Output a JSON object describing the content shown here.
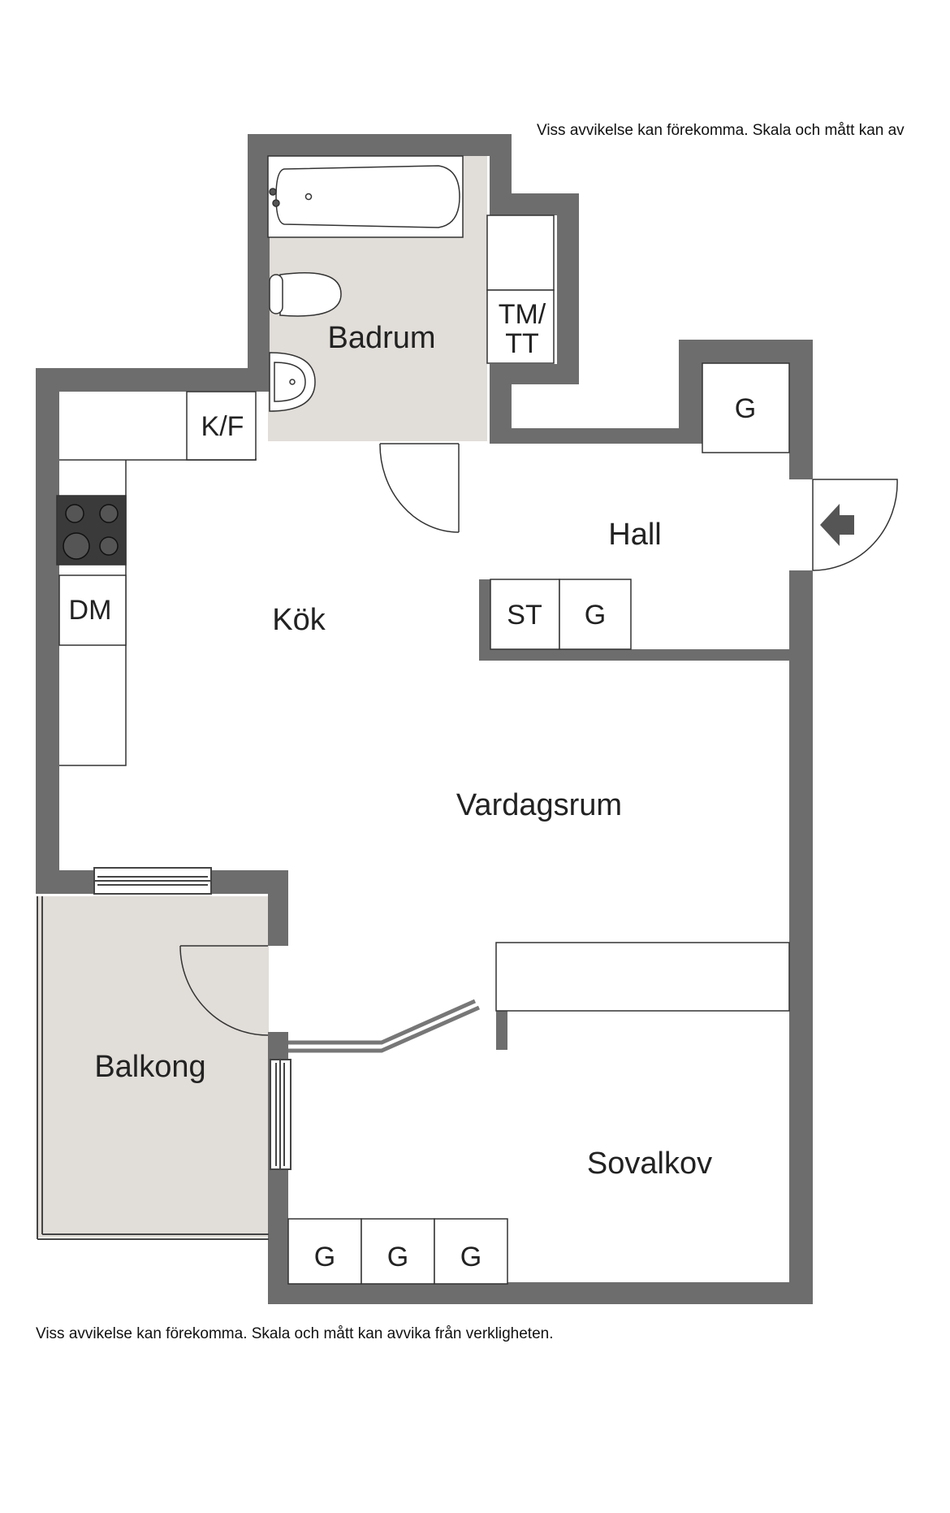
{
  "notes": {
    "top": "Viss avvikelse kan förekomma. Skala och mått kan av",
    "bottom": "Viss avvikelse kan förekomma. Skala och mått kan avvika från verkligheten."
  },
  "rooms": {
    "badrum": "Badrum",
    "kok": "Kök",
    "hall": "Hall",
    "vardagsrum": "Vardagsrum",
    "balkong": "Balkong",
    "sovalkov": "Sovalkov"
  },
  "fixtures": {
    "tm_tt_line1": "TM/",
    "tm_tt_line2": "TT",
    "kf": "K/F",
    "dm": "DM",
    "st": "ST",
    "g_hall_top": "G",
    "g_hall": "G",
    "g_sov_1": "G",
    "g_sov_2": "G",
    "g_sov_3": "G"
  },
  "colors": {
    "wall": "#6d6d6d",
    "wet_room_floor": "#e1ddd8",
    "line": "#333333"
  }
}
